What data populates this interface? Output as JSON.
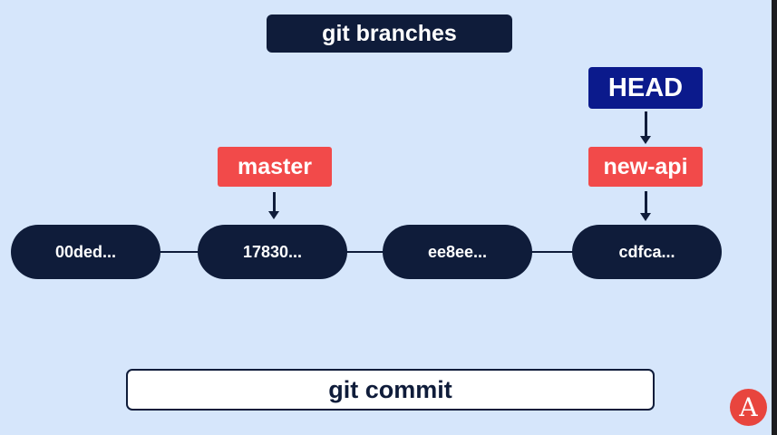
{
  "title": "git branches",
  "commits": [
    {
      "id": "00ded..."
    },
    {
      "id": "17830..."
    },
    {
      "id": "ee8ee..."
    },
    {
      "id": "cdfca..."
    }
  ],
  "branches": {
    "master": "master",
    "new_api": "new-api"
  },
  "head": "HEAD",
  "command": "git commit",
  "logo": "A",
  "colors": {
    "background": "#d6e6fb",
    "navy": "#0f1c3a",
    "branch_red": "#f24a4a",
    "head_blue": "#0b1a8c",
    "logo_red": "#e8453e"
  }
}
